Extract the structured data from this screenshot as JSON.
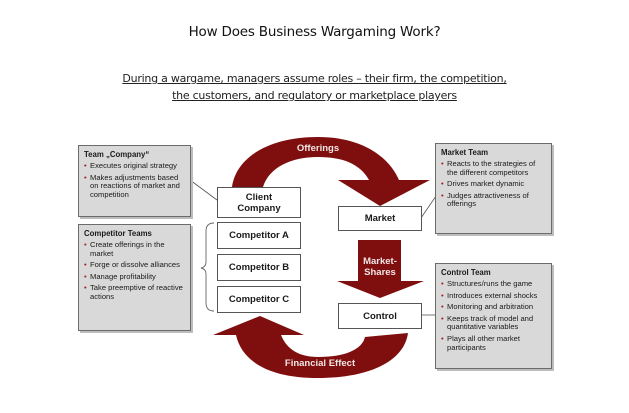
{
  "title": "How Does Business Wargaming Work?",
  "subtitle": {
    "line1": "During a wargame, managers assume roles – their firm, the competition,",
    "line2": "the customers, and regulatory or marketplace players"
  },
  "colors": {
    "arrow": "#7f0f0f",
    "box_fill": "#d9d9d9",
    "bullet": "#a11b1b"
  },
  "team_company": {
    "header": "Team „Company“",
    "items": [
      "Executes original strategy",
      "Makes adjustments based on reactions of market and competition"
    ]
  },
  "competitor_teams": {
    "header": "Competitor Teams",
    "items": [
      "Create offerings in the market",
      "Forge or dissolve alliances",
      "Manage profitability",
      "Take preemptive of reactive actions"
    ]
  },
  "market_team": {
    "header": "Market Team",
    "items": [
      "Reacts to the strategies of the different competitors",
      "Drives market dynamic",
      "Judges attractiveness of offerings"
    ]
  },
  "control_team": {
    "header": "Control Team",
    "items": [
      "Structures/runs the game",
      "Introduces external shocks",
      "Monitoring and arbitration",
      "Keeps track of model and quantitative variables",
      "Plays all other market participants"
    ]
  },
  "nodes": {
    "client_company": "Client Company",
    "competitor_a": "Competitor A",
    "competitor_b": "Competitor B",
    "competitor_c": "Competitor C",
    "market": "Market",
    "control": "Control"
  },
  "arrows": {
    "offerings": "Offerings",
    "market_shares": "Market-Shares",
    "financial_effect": "Financial Effect"
  }
}
